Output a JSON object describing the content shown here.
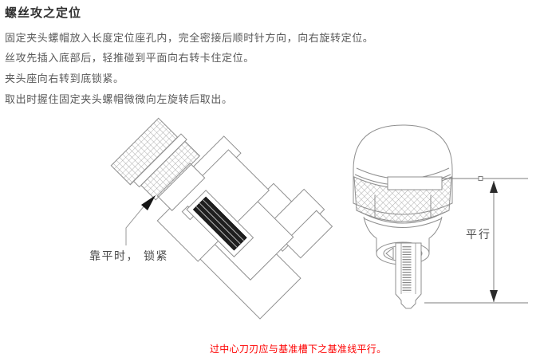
{
  "title": "螺丝攻之定位",
  "instructions": [
    "固定夹头螺帽放入长度定位座孔内，完全密接后顺时针方向，向右旋转定位。",
    "丝攻先插入底部后，轻推碰到平面向右转卡住定位。",
    "夹头座向右转到底锁紧。",
    "取出时握住固定夹头螺帽微微向左旋转后取出。"
  ],
  "figures": {
    "left_label": "靠平时， 锁紧",
    "right_label": "平行"
  },
  "caption": "过中心刀刃应与基准槽下之基准线平行。",
  "colors": {
    "title_text": "#2f2f2f",
    "body_text": "#595959",
    "label_text": "#4a4a4a",
    "diagram_line": "#8f8f8f",
    "caption_red": "#fe0000",
    "tap_dark": "#1f1f1f"
  }
}
